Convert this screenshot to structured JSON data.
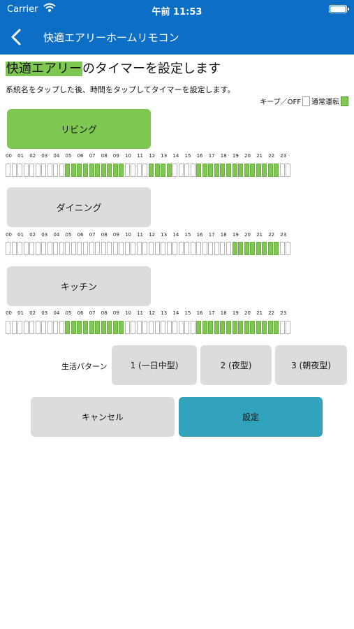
{
  "status_bar": {
    "carrier": "Carrier",
    "time": "午前 11:53"
  },
  "nav": {
    "title": "快適エアリーホームリモコン"
  },
  "heading": {
    "highlight": "快適エアリー",
    "rest": "のタイマーを設定します"
  },
  "subtext": "系統名をタップした後、時間をタップしてタイマーを設定します。",
  "legend": {
    "off_label": "キープ／OFF",
    "on_label": "通常運転"
  },
  "hour_labels": [
    "00",
    "01",
    "02",
    "03",
    "04",
    "05",
    "06",
    "07",
    "08",
    "09",
    "10",
    "11",
    "12",
    "13",
    "14",
    "15",
    "16",
    "17",
    "18",
    "19",
    "20",
    "21",
    "22",
    "23"
  ],
  "rooms": [
    {
      "label": "リビング",
      "selected": true,
      "on_ranges": [
        [
          5.0,
          10.0
        ],
        [
          12.0,
          14.0
        ],
        [
          16.0,
          23.0
        ]
      ]
    },
    {
      "label": "ダイニング",
      "selected": false,
      "on_ranges": [
        [
          19.0,
          23.0
        ]
      ]
    },
    {
      "label": "キッチン",
      "selected": false,
      "on_ranges": [
        [
          5.0,
          10.0
        ],
        [
          16.0,
          23.0
        ]
      ]
    }
  ],
  "pattern": {
    "label": "生活パターン",
    "options": [
      "1 (一日中型)",
      "2 (夜型)",
      "3 (朝夜型)"
    ]
  },
  "actions": {
    "cancel": "キャンセル",
    "set": "設定"
  },
  "colors": {
    "header": "#0d6ec6",
    "on": "#7ec852",
    "set_button": "#31a3bd",
    "button_gray": "#dcdcdc"
  }
}
